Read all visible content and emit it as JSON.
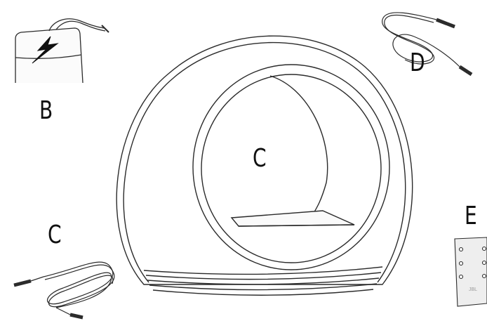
{
  "labels": {
    "power_supply": "B",
    "main_unit": "C",
    "cable_left": "C",
    "cable_top_right": "D",
    "remote": "E"
  },
  "remote_brand": "JBL",
  "colors": {
    "line": "#2b2b2b",
    "fill": "#ffffff",
    "remote_body": "#eeeeee"
  }
}
